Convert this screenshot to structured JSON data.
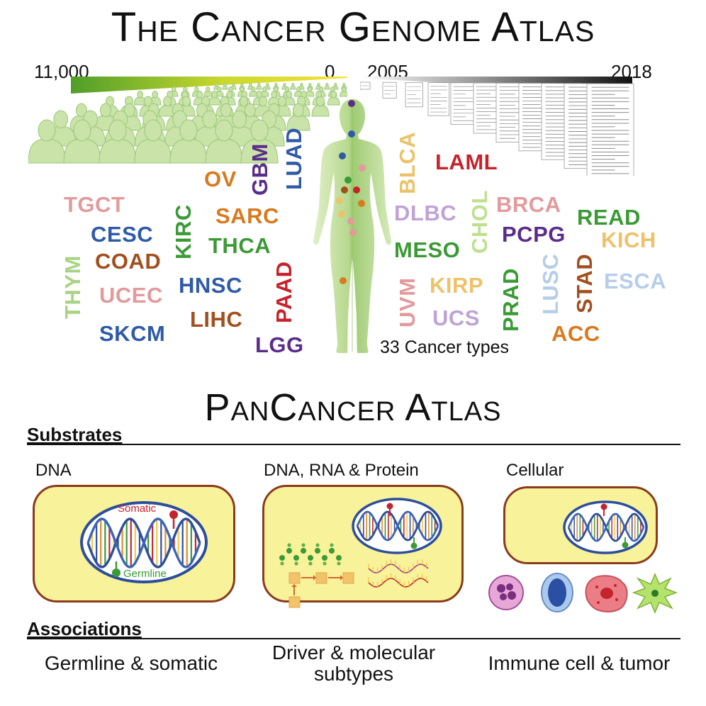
{
  "title": "The Cancer Genome Atlas",
  "patients_scale": {
    "left": "11,000",
    "right": "0"
  },
  "years_scale": {
    "left": "2005",
    "right": "2018"
  },
  "colors": {
    "green_people": "#c9e3a8",
    "green_gradient_start": "#4f9e2b",
    "yellow_gradient_end": "#f6e23a",
    "box_fill": "#f8f29a",
    "box_border": "#8a3b1c",
    "dna_blue": "#2c4e9c",
    "somatic_red": "#c4242c",
    "germline_green": "#3b9a35"
  },
  "cancer_types": [
    {
      "code": "TGCT",
      "color": "#e39a9c"
    },
    {
      "code": "CESC",
      "color": "#2f5aa8"
    },
    {
      "code": "COAD",
      "color": "#a24f1f"
    },
    {
      "code": "THYM",
      "color": "#a8d384"
    },
    {
      "code": "UCEC",
      "color": "#e39a9c"
    },
    {
      "code": "SKCM",
      "color": "#2f5aa8"
    },
    {
      "code": "KIRC",
      "color": "#3b9a35"
    },
    {
      "code": "OV",
      "color": "#d97a1e"
    },
    {
      "code": "GBM",
      "color": "#5a2d8a"
    },
    {
      "code": "LUAD",
      "color": "#2f5aa8"
    },
    {
      "code": "SARC",
      "color": "#d97a1e"
    },
    {
      "code": "THCA",
      "color": "#3b9a35"
    },
    {
      "code": "HNSC",
      "color": "#2f5aa8"
    },
    {
      "code": "LIHC",
      "color": "#a24f1f"
    },
    {
      "code": "PAAD",
      "color": "#c4242c"
    },
    {
      "code": "LGG",
      "color": "#5a2d8a"
    },
    {
      "code": "BLCA",
      "color": "#ecc36a"
    },
    {
      "code": "LAML",
      "color": "#c4242c"
    },
    {
      "code": "DLBC",
      "color": "#bfa3d6"
    },
    {
      "code": "CHOL",
      "color": "#bfe08f"
    },
    {
      "code": "BRCA",
      "color": "#e39a9c"
    },
    {
      "code": "READ",
      "color": "#3b9a35"
    },
    {
      "code": "PCPG",
      "color": "#5a2d8a"
    },
    {
      "code": "KICH",
      "color": "#ecc36a"
    },
    {
      "code": "MESO",
      "color": "#3b9a35"
    },
    {
      "code": "UVM",
      "color": "#e39a9c"
    },
    {
      "code": "KIRP",
      "color": "#ecc36a"
    },
    {
      "code": "UCS",
      "color": "#bfa3d6"
    },
    {
      "code": "PRAD",
      "color": "#3b9a35"
    },
    {
      "code": "LUSC",
      "color": "#b6cde9"
    },
    {
      "code": "STAD",
      "color": "#a24f1f"
    },
    {
      "code": "ESCA",
      "color": "#b6cde9"
    },
    {
      "code": "ACC",
      "color": "#d97a1e"
    }
  ],
  "cancer_types_caption": "33 Cancer types",
  "pancancer_title": "PanCancer Atlas",
  "substrates": {
    "heading": "Substrates",
    "items": [
      {
        "label": "DNA",
        "somatic": "Somatic",
        "germline": "Germline"
      },
      {
        "label": "DNA, RNA & Protein"
      },
      {
        "label": "Cellular"
      }
    ]
  },
  "associations": {
    "heading": "Associations",
    "items": [
      {
        "line1": "Germline & somatic",
        "line2": ""
      },
      {
        "line1": "Driver & molecular",
        "line2": "subtypes"
      },
      {
        "line1": "Immune cell & tumor",
        "line2": ""
      }
    ]
  }
}
